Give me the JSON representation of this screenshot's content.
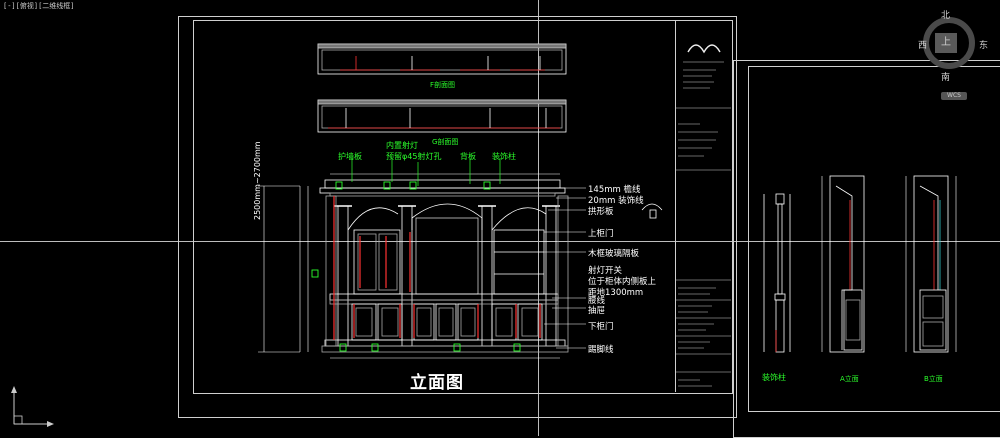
{
  "viewport_label": "[-][俯视][二维线框]",
  "compass": {
    "north": "北",
    "south": "南",
    "east": "东",
    "west": "西",
    "center": "上",
    "wcs": "WCS"
  },
  "sheet_main": {
    "title": "立面图",
    "top_plan_label": "F剖面图",
    "second_plan_label": "G剖面图"
  },
  "callouts_top": [
    "护墙板",
    "内置射灯",
    "预留φ45射灯孔",
    "背板",
    "装饰柱"
  ],
  "annotations_right": [
    "145mm 檐线",
    "20mm 装饰线",
    "拱形板",
    "上柜门",
    "木框玻璃隔板",
    "射灯开关",
    "位于柜体内侧板上",
    "距地1300mm",
    "腰线",
    "抽屉",
    "下柜门",
    "踢脚线"
  ],
  "dimension_vertical": "2500mm~2700mm",
  "sheet_side": {
    "labels": [
      "装饰柱",
      "A立面",
      "B立面"
    ]
  }
}
